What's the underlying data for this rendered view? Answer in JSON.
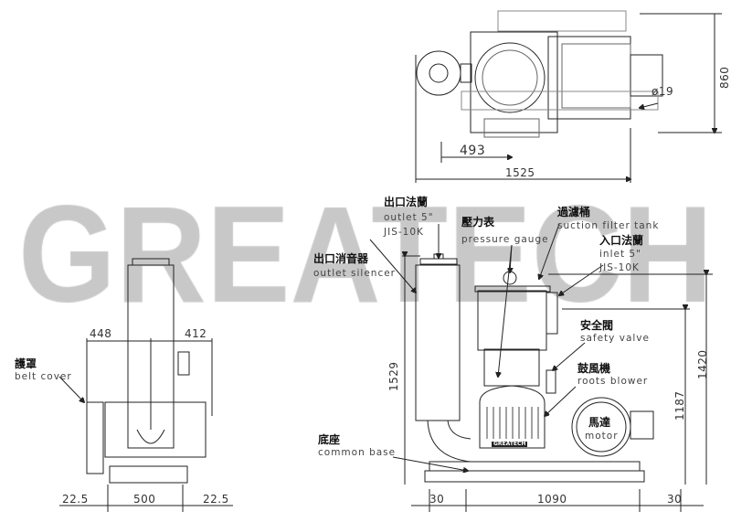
{
  "watermark": "GREATECH",
  "top_view": {
    "dim_depth": "860",
    "dim_hole": "ø19",
    "dim_offset": "493",
    "dim_length": "1525"
  },
  "labels": {
    "outlet_flange": {
      "zh": "出口法蘭",
      "en1": "outlet 5\"",
      "en2": "JIS-10K"
    },
    "pressure_gauge": {
      "zh": "壓力表",
      "en": "pressure gauge"
    },
    "suction_filter": {
      "zh": "過濾桶",
      "en": "suction filter tank"
    },
    "inlet_flange": {
      "zh": "入口法蘭",
      "en1": "inlet 5\"",
      "en2": "JIS-10K"
    },
    "outlet_silencer": {
      "zh": "出口消音器",
      "en": "outlet silencer"
    },
    "safety_valve": {
      "zh": "安全閥",
      "en": "safety valve"
    },
    "roots_blower": {
      "zh": "鼓風機",
      "en": "roots blower"
    },
    "motor": {
      "zh": "馬達",
      "en": "motor"
    },
    "common_base": {
      "zh": "底座",
      "en": "common base"
    },
    "belt_cover": {
      "zh": "護罩",
      "en": "belt cover"
    },
    "nameplate": "GREATECH"
  },
  "side_view": {
    "dim_height_total": "1529",
    "dim_height_inlet": "1420",
    "dim_height_outlet": "1187",
    "dim_left": "30",
    "dim_base": "1090",
    "dim_right": "30"
  },
  "front_view": {
    "dim_left": "448",
    "dim_right": "412",
    "dim_foot_left": "22.5",
    "dim_foot_span": "500",
    "dim_foot_right": "22.5"
  }
}
